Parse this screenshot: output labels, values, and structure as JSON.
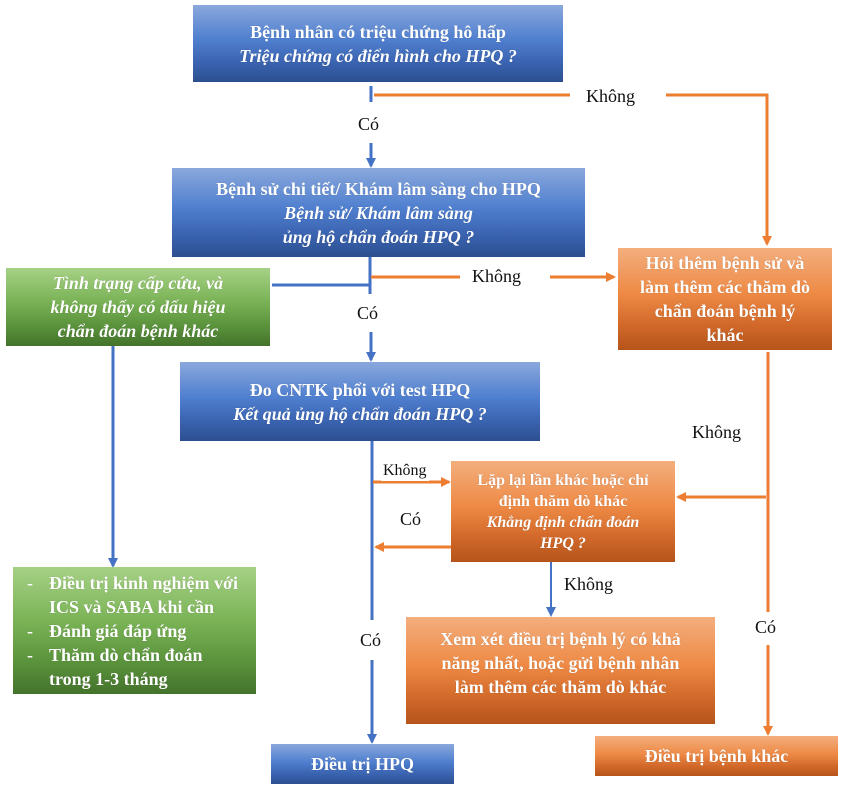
{
  "colors": {
    "blue_line": "#4472c4",
    "orange_line": "#ed7d31",
    "blue_box": "#4472c4",
    "green_box": "#70ad47",
    "orange_box": "#ed7d31"
  },
  "nodes": {
    "start": {
      "line1": "Bệnh nhân có triệu chứng hô hấp",
      "line2": "Triệu chứng có điển hình cho HPQ ?"
    },
    "history": {
      "line1": "Bệnh sử chi tiết/ Khám lâm sàng cho HPQ",
      "line2": "Bệnh sử/ Khám lâm sàng",
      "line3": "ủng hộ chẩn đoán HPQ ?"
    },
    "emergency": {
      "line1": "Tình trạng cấp cứu, và",
      "line2": "không thấy có dấu hiệu",
      "line3": "chẩn đoán bệnh khác"
    },
    "more_history": {
      "line1": "Hỏi thêm bệnh sử và",
      "line2": "làm thêm các thăm dò",
      "line3": "chẩn đoán bệnh lý",
      "line4": "khác"
    },
    "spirometry": {
      "line1": "Đo CNTK phổi với test HPQ",
      "line2": "Kết quả ủng hộ chẩn đoán HPQ ?"
    },
    "repeat": {
      "line1": "Lặp lại lần khác hoặc chỉ",
      "line2": "định thăm dò khác",
      "line3": "Khẳng định chẩn đoán",
      "line4": "HPQ ?"
    },
    "empiric": {
      "items": [
        {
          "dash": "-",
          "text": "Điều trị kinh nghiệm với"
        },
        {
          "dash": "",
          "text": "ICS và SABA khi cần"
        },
        {
          "dash": "-",
          "text": "Đánh giá đáp ứng"
        },
        {
          "dash": "-",
          "text": "Thăm dò chẩn đoán"
        },
        {
          "dash": "",
          "text": "trong 1-3 tháng"
        }
      ]
    },
    "consider": {
      "line1": "Xem xét điều trị bệnh lý có khả",
      "line2": "năng nhất, hoặc gửi bệnh nhân",
      "line3": "làm thêm các thăm dò khác"
    },
    "treat_asthma": {
      "line1": "Điều trị HPQ"
    },
    "treat_other": {
      "line1": "Điều trị bệnh khác"
    }
  },
  "edge_labels": {
    "start_yes": "Có",
    "start_no": "Không",
    "history_yes": "Có",
    "history_no": "Không",
    "spiro_no": "Không",
    "repeat_yes": "Có",
    "repeat_no": "Không",
    "spiro_yes": "Có",
    "more_history_no": "Không",
    "more_history_yes": "Có"
  }
}
